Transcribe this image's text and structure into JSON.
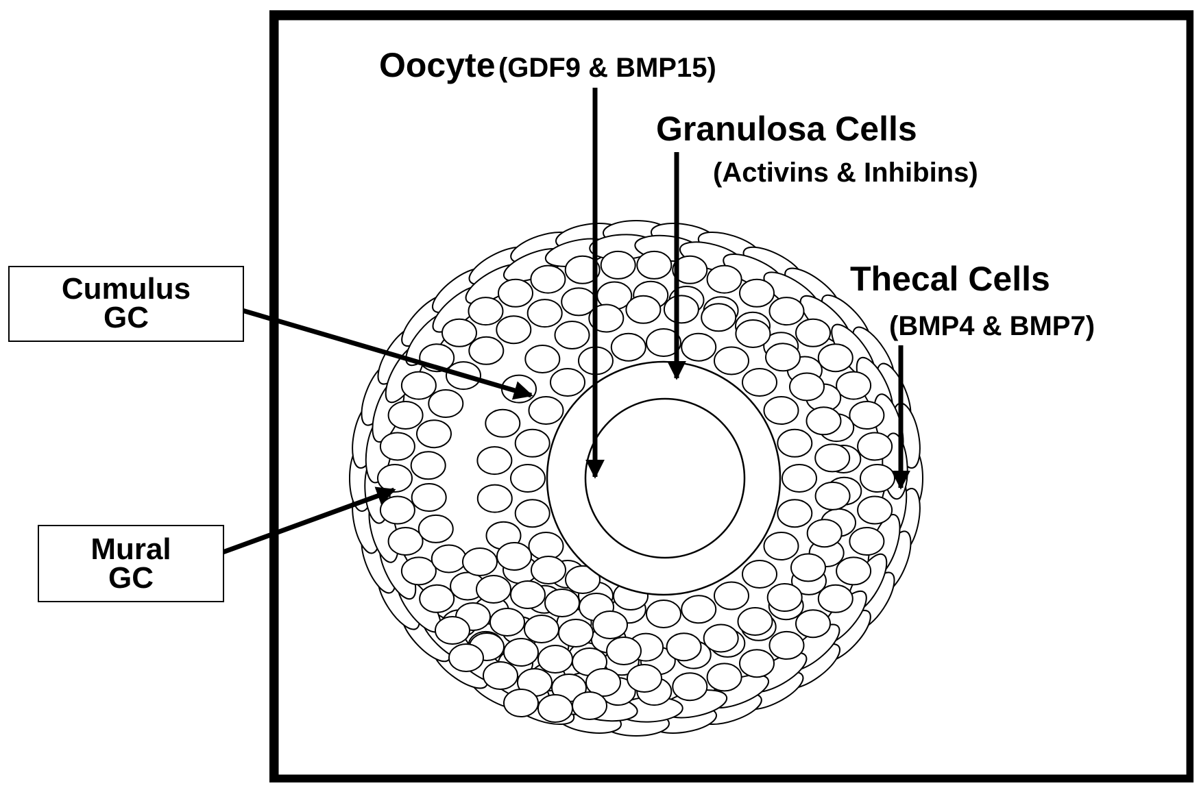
{
  "labels": {
    "oocyte": {
      "name": "Oocyte",
      "factors": "(GDF9 & BMP15)"
    },
    "granulosa": {
      "name": "Granulosa Cells",
      "factors": "(Activins & Inhibins)"
    },
    "thecal": {
      "name": "Thecal Cells",
      "factors": "(BMP4 & BMP7)"
    }
  },
  "boxes": {
    "cumulus": {
      "line1": "Cumulus",
      "line2": "GC"
    },
    "mural": {
      "line1": "Mural",
      "line2": "GC"
    }
  },
  "colors": {
    "stroke": "#000000",
    "fill": "#ffffff"
  }
}
